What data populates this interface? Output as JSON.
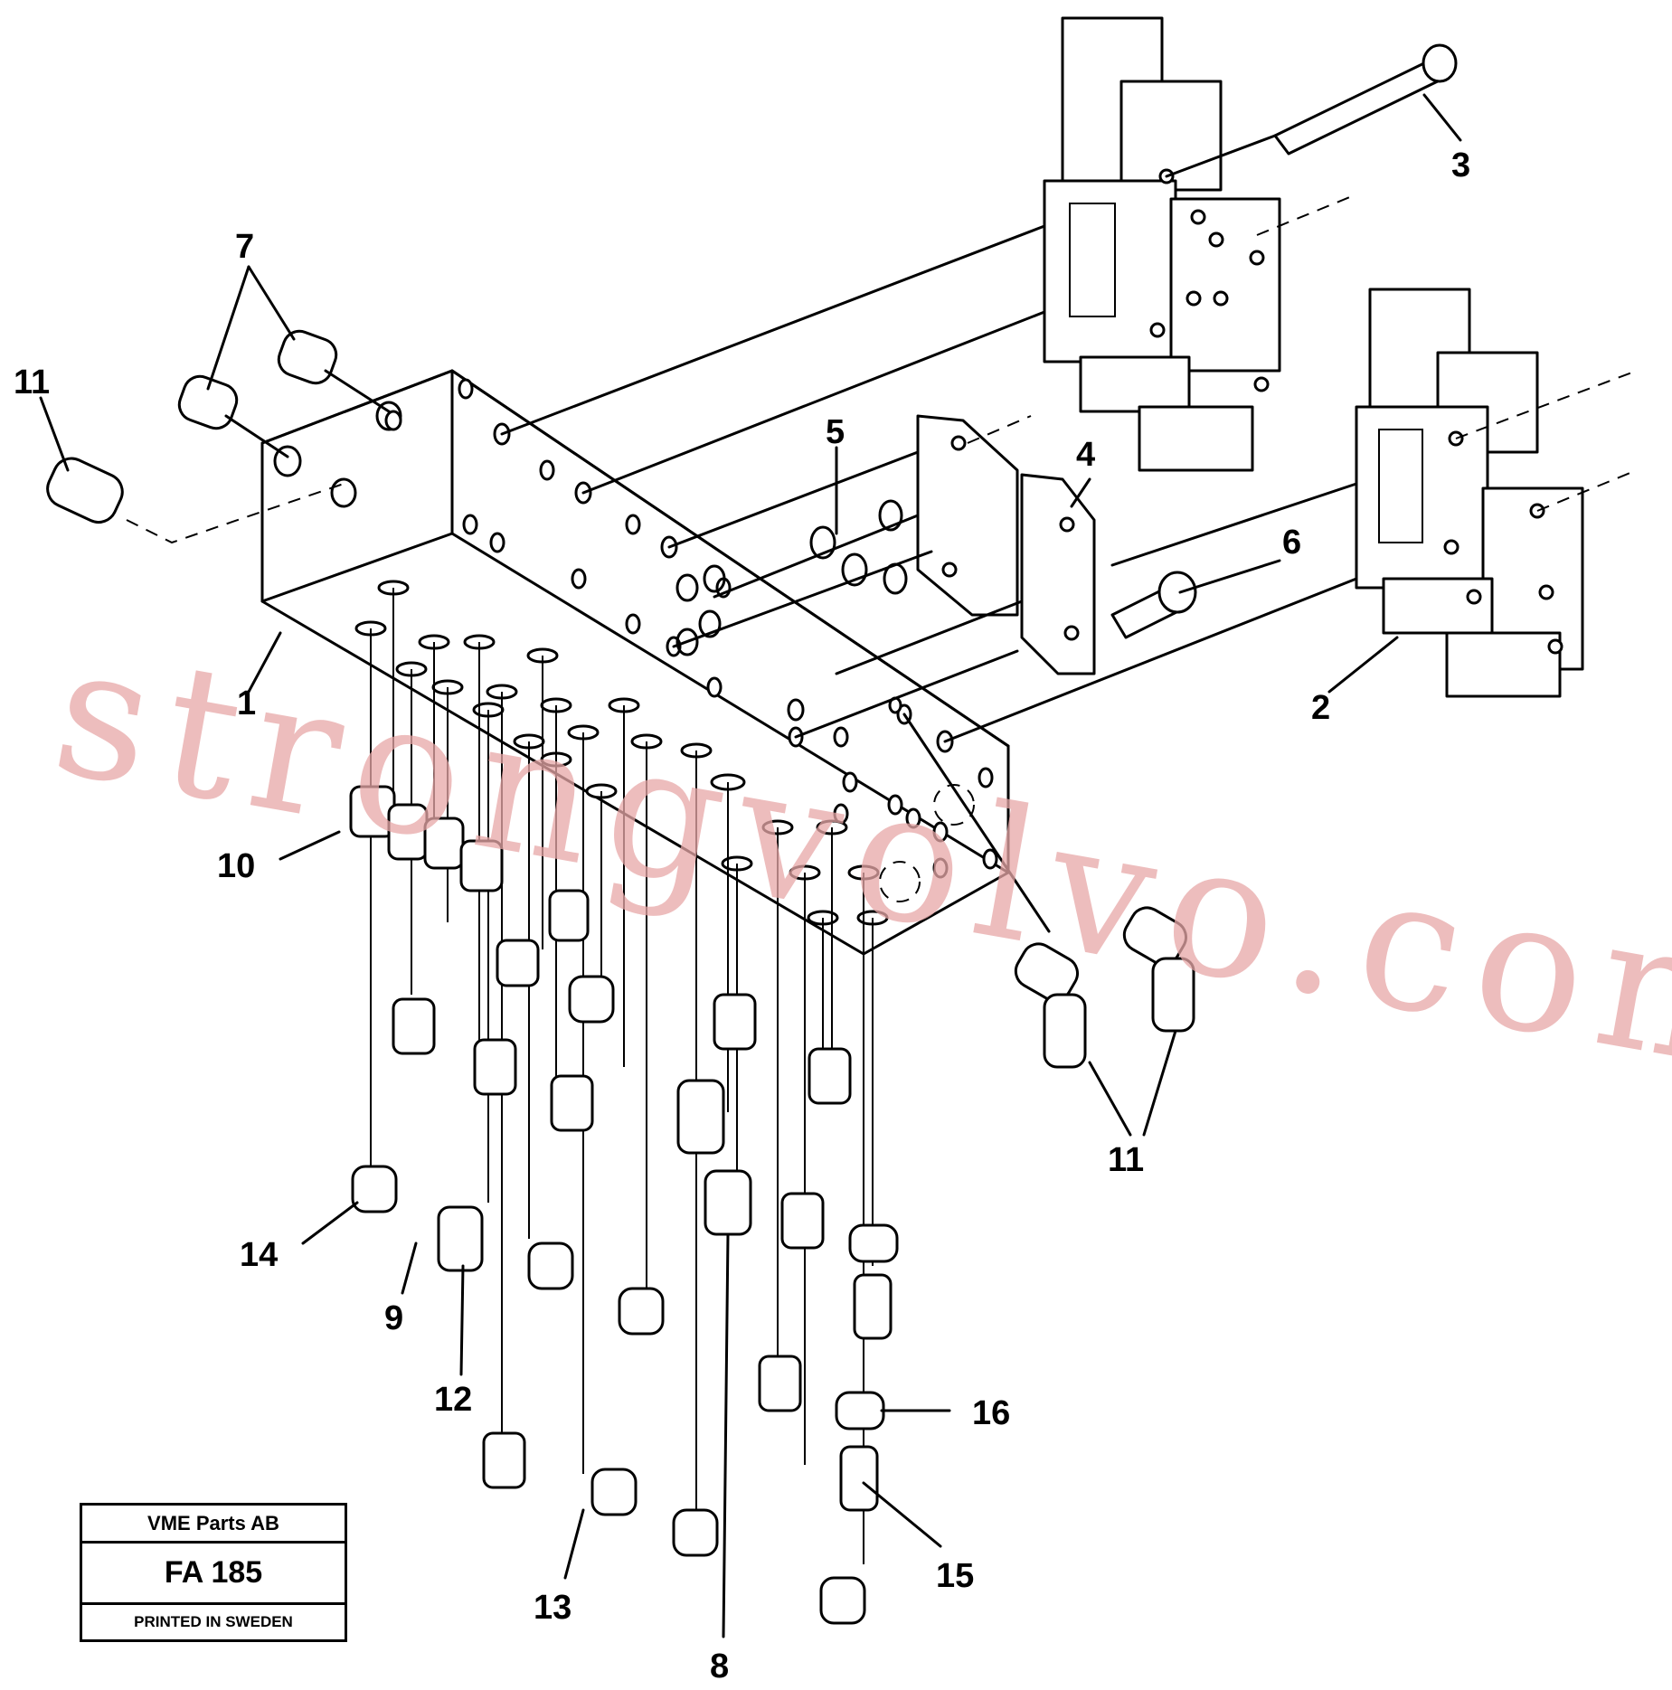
{
  "watermark": "strongvolvo.com",
  "title_block": {
    "company": "VME Parts AB",
    "code": "FA 185",
    "printed": "PRINTED IN SWEDEN"
  },
  "callouts": {
    "c1": "1",
    "c2": "2",
    "c3": "3",
    "c4": "4",
    "c5": "5",
    "c6": "6",
    "c7": "7",
    "c8": "8",
    "c9": "9",
    "c10": "10",
    "c11a": "11",
    "c11b": "11",
    "c12": "12",
    "c13": "13",
    "c14": "14",
    "c15": "15",
    "c16": "16"
  }
}
